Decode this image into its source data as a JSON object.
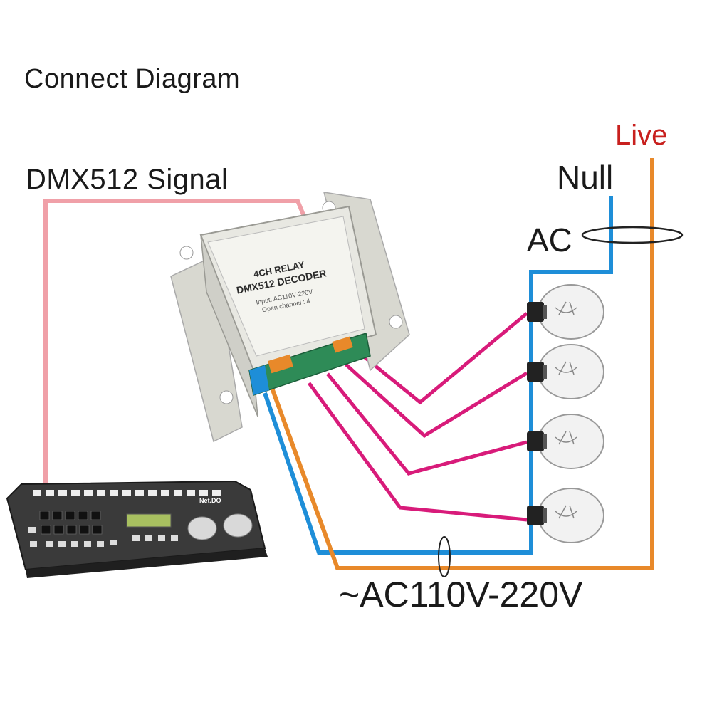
{
  "title": "Connect Diagram",
  "labels": {
    "signal": "DMX512 Signal",
    "live": "Live",
    "null": "Null",
    "ac": "AC",
    "voltage": "~AC110V-220V"
  },
  "decoder": {
    "line1": "4CH RELAY",
    "line2": "DMX512 DECODER",
    "line3": "Input: AC110V-220V",
    "line4": "Open channel : 4"
  },
  "console": {
    "brand": "Net.DO"
  },
  "colors": {
    "signal_wire": "#f0a0a8",
    "null_wire": "#1e8ed8",
    "live_wire": "#e8892a",
    "lamp_wire": "#d81b7a",
    "live_label": "#c8201e"
  },
  "icons": [
    "light-bulb-icon",
    "relay-decoder-module",
    "dmx-console"
  ]
}
